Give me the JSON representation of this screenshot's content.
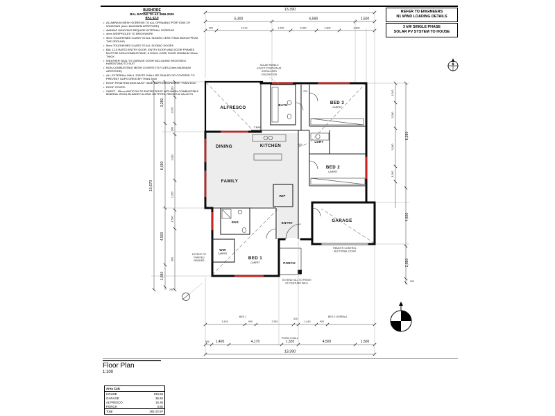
{
  "sheet": {
    "title": "Floor Plan",
    "scale": "1:100"
  },
  "colors": {
    "window_marker": "#cc2222"
  },
  "top_notes": {
    "engineer_box": [
      "REFER TO ENGINEERS",
      "N1 WIND LOADING DETAILS"
    ],
    "solar_box": [
      "3 kW SINGLE PHASE",
      "SOLAR PV SYSTEM TO HOUSE"
    ]
  },
  "notes": {
    "bushfire": {
      "title": "BUSHFIRE",
      "subtitle": "BAL RATING TO AS 3959-2009",
      "rating": "BAL-12.5",
      "items": [
        "ALUMINIUM MESH SCREENS TO ALL OPENABLE PORTIONS OF WINDOWS (2mm MAXIMUM APERTURE)",
        "AWNING WINDOWS REQUIRE INTERNAL SCREENS",
        "4mm WEEPHOLES TO BRICKWORK",
        "5mm TOUGHENED GLASS TO ALL SLIDING LESS THAN 400mm FROM THE GROUND",
        "5mm TOUGHENED GLASS TO ALL SLIDING DOORS",
        "BAL 12.5 RATED ENTRY DOOR. ENTRY DOOR AND DOOR FRAMES MUST BE NON-COMBUSTIBLE, A SOLID CORE DOOR MINIMUM 35mm THICK",
        "WEATHER SEAL TO GARAGE DOOR INCLUDING RECESSED HARDSTAND TO SUIT",
        "NON-COMBUSTIBLE MESH COVERS TO FLUES (2mm MAXIMUM APERTURE)",
        "ALL EXTERNAL WALL JOINTS SHALL BE SEALED OR COVERED TO PREVENT GAPS GREATER THAN 3mm",
        "ROOF PENETRATIONS MUST HAVE GAPS NO GREATER THAN 3mm",
        "ROOF COVER:",
        "SHEET - 55mm ANTICON TO ENTIRE ROOF WITH NON-COMBUSTIBLE MINERAL WOOL BLANKET ALONG GUTTERS, RIDGES & VALLEYS"
      ]
    }
  },
  "rooms": [
    {
      "label": "ALFRESCO",
      "sub": ""
    },
    {
      "label": "BATH",
      "sub": ""
    },
    {
      "label": "BED 3",
      "sub": "CARPET"
    },
    {
      "label": "DINING",
      "sub": ""
    },
    {
      "label": "KITCHEN",
      "sub": ""
    },
    {
      "label": "LDRY",
      "sub": ""
    },
    {
      "label": "BED 2",
      "sub": "CARPET"
    },
    {
      "label": "FAMILY",
      "sub": ""
    },
    {
      "label": "WIP",
      "sub": ""
    },
    {
      "label": "ENS",
      "sub": ""
    },
    {
      "label": "GARAGE",
      "sub": ""
    },
    {
      "label": "ENTRY",
      "sub": ""
    },
    {
      "label": "WIR",
      "sub": "CARPET"
    },
    {
      "label": "BED 1",
      "sub": "CARPET"
    },
    {
      "label": "PORCH",
      "sub": ""
    }
  ],
  "plan_notes": {
    "solar": [
      "SOLAR PANELS",
      "EXACT POSITION AT",
      "INSTALLERS",
      "DISCRETION"
    ],
    "sectional_door": [
      "REMOTE CONTROL",
      "SECTIONAL DOOR"
    ],
    "sill": [
      "EXTEND SILL TO FRONT",
      "OF FEATURE WALL"
    ],
    "render": [
      "EXTENT OF",
      "PAINTED",
      "RENDER"
    ],
    "tbar": "T-BAR",
    "door_a": "820",
    "door_b": "720"
  },
  "dims": {
    "top_overall": "13,390",
    "top_chain": [
      "5,300",
      "6,590",
      "1,500"
    ],
    "top_small": [
      "900",
      "4,410",
      "1,490",
      "2,060",
      "1,800",
      "2,800"
    ],
    "left_overall": "15,670",
    "left_chain": [
      "3,280",
      "6,690",
      "4,500",
      "1,880",
      "200"
    ],
    "left_small": [
      "1,210",
      "2,070",
      "900",
      "3,610",
      "2,350",
      "1,500",
      "900"
    ],
    "right_chain": [
      "8,280",
      "4,600",
      "2,580",
      "200"
    ],
    "right_small": [
      "1,540",
      "2,060",
      "3,000",
      "1,200"
    ],
    "bottom_small": [
      "3,145",
      "900",
      "2,951",
      "410",
      "1,440",
      "900"
    ],
    "bottom_labels": [
      "BED 1",
      "BED 2 OVERALL",
      "PORCH O/ALL"
    ],
    "bottom_chain": [
      "500",
      "1,400",
      "4,170",
      "1,320",
      "4,500",
      "1,500"
    ],
    "bottom_overall": "13,390"
  },
  "area": {
    "title": "Area Calc",
    "rows": [
      [
        "HOUSE",
        "126.56"
      ],
      [
        "GARAGE",
        "36.26"
      ],
      [
        "ALFRESCO",
        "15.36"
      ],
      [
        "PORCH",
        "3.65"
      ]
    ],
    "total_label": "Total",
    "total_value": "182.23 m²"
  },
  "symbols": {
    "north": "N"
  }
}
